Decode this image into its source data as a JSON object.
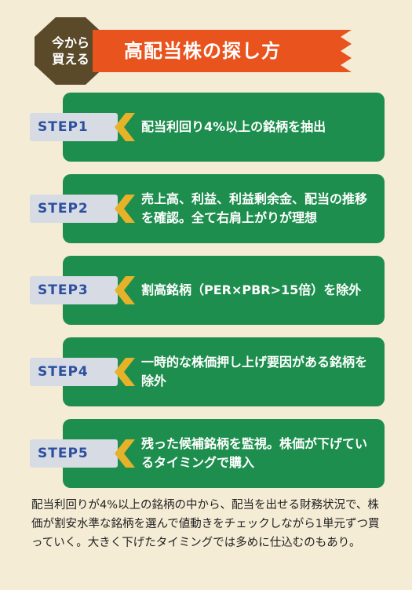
{
  "header": {
    "badge_line1": "今から",
    "badge_line2": "買える",
    "title": "高配当株の探し方"
  },
  "colors": {
    "background": "#f5ecd6",
    "card_green": "#1e8e4e",
    "title_orange": "#e9531e",
    "badge_brown": "#5a4a2a",
    "label_blue": "#2d4fa0",
    "chevron_gold": "#e5b22a"
  },
  "steps": [
    {
      "label": "STEP1",
      "text": "配当利回り4%以上の銘柄を抽出"
    },
    {
      "label": "STEP2",
      "text": "売上高、利益、利益剰余金、配当の推移を確認。全て右肩上がりが理想"
    },
    {
      "label": "STEP3",
      "text": "割高銘柄（PER×PBR>15倍）を除外"
    },
    {
      "label": "STEP4",
      "text": "一時的な株価押し上げ要因がある銘柄を除外"
    },
    {
      "label": "STEP5",
      "text": "残った候補銘柄を監視。株価が下げているタイミングで購入"
    }
  ],
  "footer": {
    "text": "配当利回りが4%以上の銘柄の中から、配当を出せる財務状況で、株価が割安水準な銘柄を選んで値動きをチェックしながら1単元ずつ買っていく。大きく下げたタイミングでは多めに仕込むのもあり。"
  }
}
